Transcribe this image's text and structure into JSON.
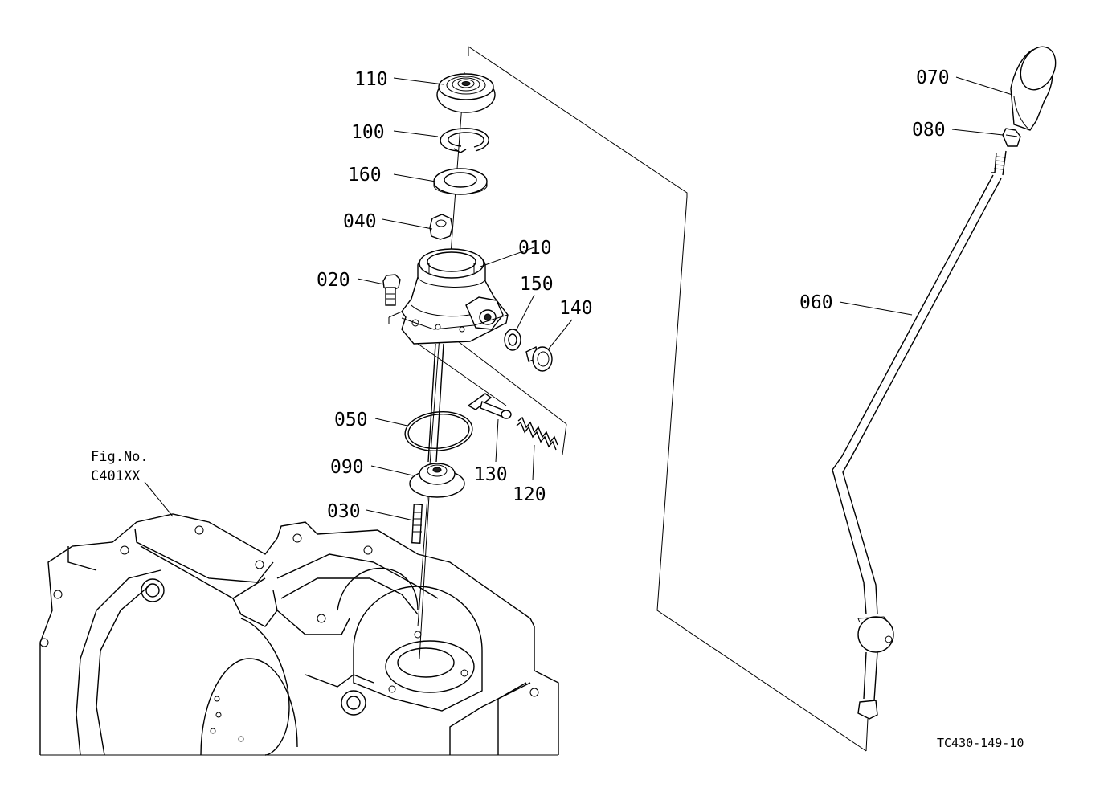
{
  "diagram": {
    "callouts": {
      "p110": "110",
      "p100": "100",
      "p160": "160",
      "p040": "040",
      "p010": "010",
      "p020": "020",
      "p150": "150",
      "p140": "140",
      "p050": "050",
      "p090": "090",
      "p030": "030",
      "p130": "130",
      "p120": "120",
      "p070": "070",
      "p080": "080",
      "p060": "060"
    },
    "figure_reference": {
      "line1": "Fig.No.",
      "line2": "C401XX"
    },
    "drawing_code": "TC430-149-10"
  }
}
